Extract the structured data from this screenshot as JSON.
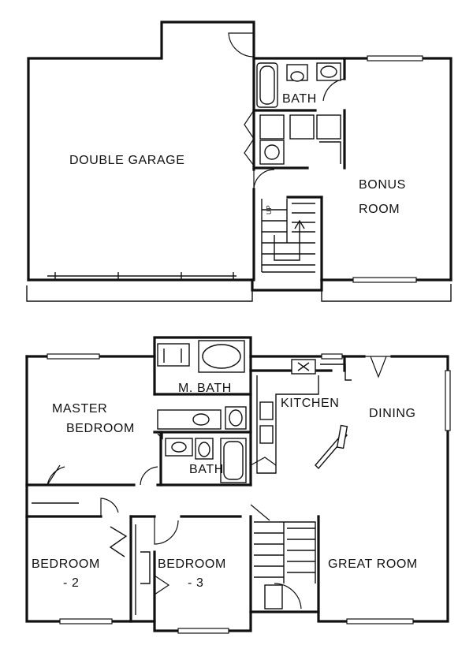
{
  "upper_floor": {
    "rooms": {
      "double_garage": "DOUBLE  GARAGE",
      "bath": "BATH",
      "bonus_line1": "BONUS",
      "bonus_line2": "ROOM"
    },
    "stair_note": "UP"
  },
  "lower_floor": {
    "rooms": {
      "master_bath": "M. BATH",
      "kitchen": "KITCHEN",
      "dining": "DINING",
      "master_line1": "MASTER",
      "master_line2": "BEDROOM",
      "bath": "BATH",
      "bedroom2_line1": "BEDROOM",
      "bedroom2_line2": "- 2",
      "bedroom3_line1": "BEDROOM",
      "bedroom3_line2": "- 3",
      "great_room": "GREAT ROOM"
    }
  }
}
